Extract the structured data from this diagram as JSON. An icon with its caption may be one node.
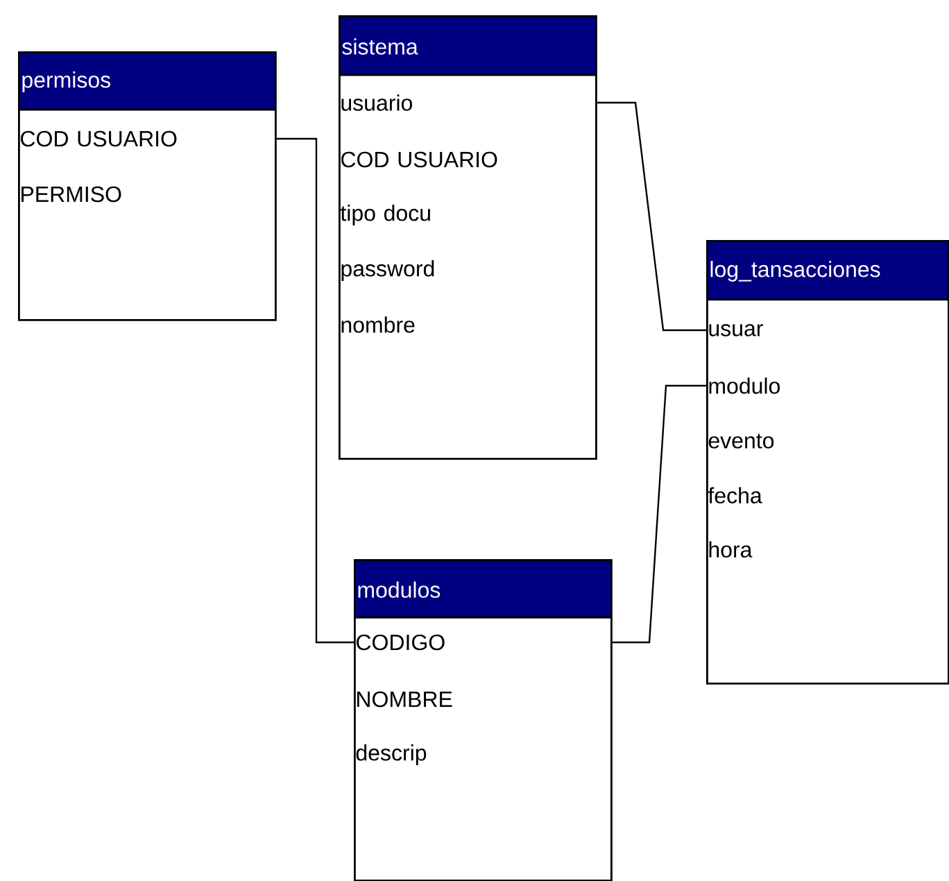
{
  "diagram": {
    "nodes": [
      {
        "text": [
          "permisos"
        ]
      },
      {
        "text": [
          "COD USUARIO"
        ],
        "in": 0
      },
      {
        "text": [
          "PERMISO"
        ],
        "in": 0
      },
      {
        "text": [
          "sistema"
        ]
      },
      {
        "text": [
          "usuario"
        ],
        "in": 3
      },
      {
        "text": [
          "COD USUARIO"
        ],
        "in": 3
      },
      {
        "text": [
          "tipo docu"
        ],
        "in": 3
      },
      {
        "text": [
          "password"
        ],
        "in": 3
      },
      {
        "text": [
          "nombre"
        ],
        "in": 3
      },
      {
        "text": [
          "log_tansacciones"
        ]
      },
      {
        "text": [
          "usuar"
        ],
        "in": 9
      },
      {
        "text": [
          "modulo"
        ],
        "in": 9
      },
      {
        "text": [
          "evento"
        ],
        "in": 9
      },
      {
        "text": [
          "fecha"
        ],
        "in": 9
      },
      {
        "text": [
          "hora"
        ],
        "in": 9
      },
      {
        "text": [
          "modulos"
        ]
      },
      {
        "text": [
          "CODIGO"
        ],
        "in": 15
      },
      {
        "text": [
          "NOMBRE"
        ],
        "in": 15
      },
      {
        "text": [
          "descrip"
        ],
        "in": 15
      }
    ],
    "edges": [
      {
        "from": 0,
        "to": 15,
        "arrow": "none"
      },
      {
        "from": 3,
        "to": 9,
        "arrow": "none"
      },
      {
        "from": 15,
        "to": 9,
        "arrow": "none"
      }
    ]
  }
}
